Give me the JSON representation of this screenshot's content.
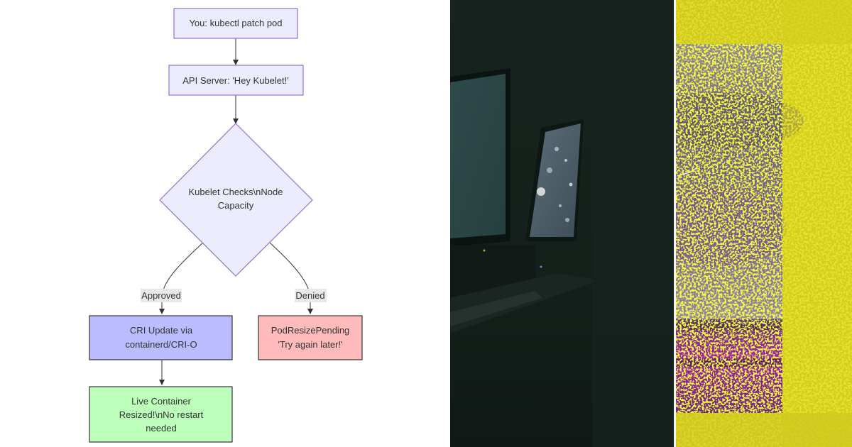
{
  "diagram": {
    "nodes": {
      "kubectl": {
        "lines": [
          "You: kubectl patch pod"
        ]
      },
      "api": {
        "lines": [
          "API Server: 'Hey Kubelet!'"
        ]
      },
      "check": {
        "lines": [
          "Kubelet Checks\\nNode",
          "Capacity"
        ]
      },
      "cri": {
        "lines": [
          "CRI Update via",
          "containerd/CRI-O"
        ]
      },
      "pending": {
        "lines": [
          "PodResizePending",
          "'Try again later!'"
        ]
      },
      "live": {
        "lines": [
          "Live Container",
          "Resized!\\nNo restart",
          "needed"
        ]
      }
    },
    "edges": {
      "approved_label": "Approved",
      "denied_label": "Denied"
    },
    "colors": {
      "default_fill": "#ececff",
      "default_stroke": "#9370db",
      "cri_fill": "#bbbbff",
      "cri_stroke": "#333333",
      "pending_fill": "#ffbbbb",
      "pending_stroke": "#333333",
      "live_fill": "#bbffbb",
      "live_stroke": "#333333",
      "edge": "#333333"
    }
  }
}
